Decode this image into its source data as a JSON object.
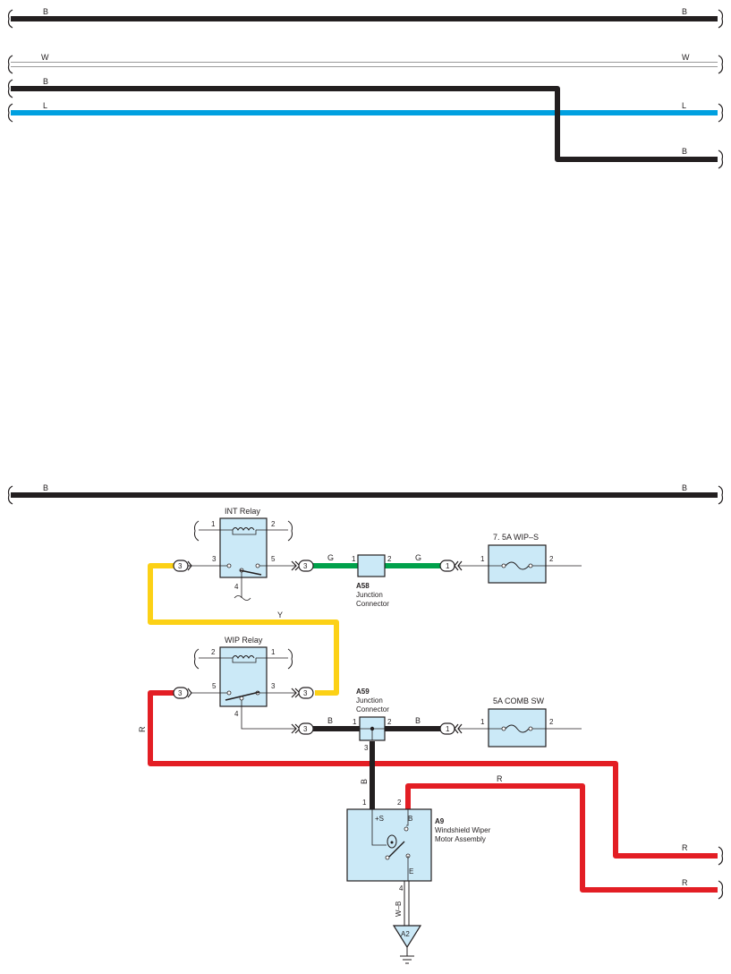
{
  "colors": {
    "black_wire": "#231f20",
    "blue_wire": "#00a0e0",
    "red_wire": "#e31e24",
    "yellow_wire": "#fcd116",
    "green_wire": "#00a14b",
    "component_fill": "#cbe9f7",
    "white_wire_edge": "#9a9a9a"
  },
  "wire_labels": {
    "b": "B",
    "w": "W",
    "l": "L",
    "g": "G",
    "y": "Y",
    "r": "R",
    "wb": "W–B"
  },
  "int_relay": {
    "title": "INT Relay",
    "pin1": "1",
    "pin2": "2",
    "pin3": "3",
    "pin4": "4",
    "pin5": "5"
  },
  "wip_relay": {
    "title": "WIP Relay",
    "pin1": "1",
    "pin2": "2",
    "pin3": "3",
    "pin4": "4",
    "pin5": "5"
  },
  "a58": {
    "code": "A58",
    "name_line1": "Junction",
    "name_line2": "Connector",
    "pin1": "1",
    "pin2": "2"
  },
  "a59": {
    "code": "A59",
    "name_line1": "Junction",
    "name_line2": "Connector",
    "pin1": "1",
    "pin2": "2",
    "pin3": "3"
  },
  "fuse_wips": {
    "title": "7. 5A WIP–S",
    "pin1": "1",
    "pin2": "2"
  },
  "fuse_comb": {
    "title": "5A COMB SW",
    "pin1": "1",
    "pin2": "2"
  },
  "a9": {
    "code": "A9",
    "name_line1": "Windshield Wiper",
    "name_line2": "Motor Assembly",
    "pin1": "1",
    "pin2": "2",
    "pin4": "4",
    "term_s": "+S",
    "term_b": "B",
    "term_e": "E"
  },
  "ground": {
    "code": "A2"
  },
  "connectors": {
    "c3": "3",
    "c1": "1"
  }
}
